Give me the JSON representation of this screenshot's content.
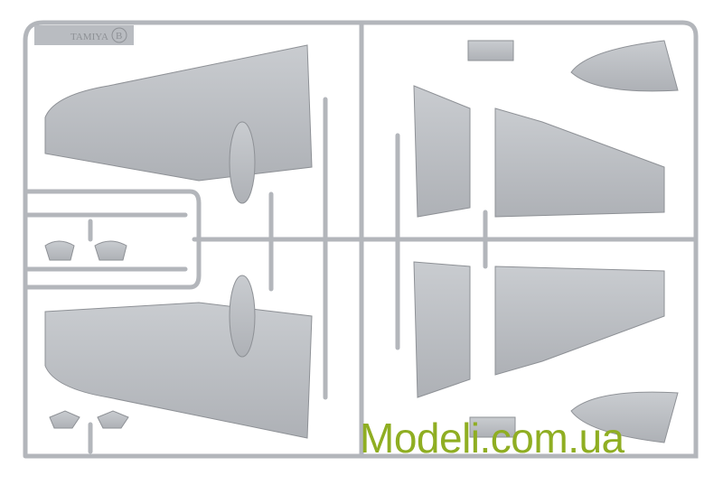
{
  "sprue": {
    "brand_logo_text": "TAMIYA",
    "sprue_letter": "B",
    "plastic_color": "#b9bcc1",
    "shadow_color": "#8e9196"
  },
  "watermark": {
    "text": "Modeli.com.ua",
    "color": "#8fae22"
  }
}
